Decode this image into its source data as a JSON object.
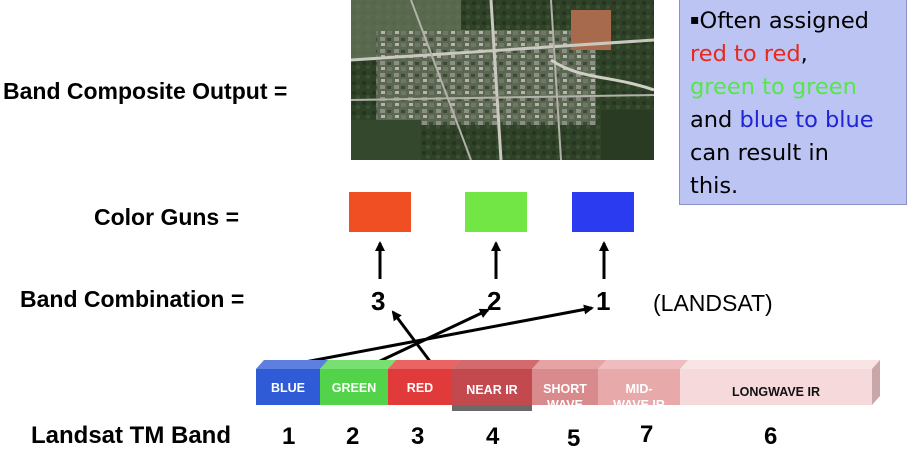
{
  "labels": {
    "band_composite_output": "Band Composite Output =",
    "color_guns": "Color Guns =",
    "band_combination": "Band Combination =",
    "landsat_tm_band": "Landsat TM Band"
  },
  "note": {
    "bullet": "▪",
    "line1": "Often assigned",
    "red_phrase": "red to red",
    "comma": ",",
    "green_phrase": "green to green",
    "and": "and ",
    "blue_phrase": "blue to blue",
    "line4": "can result in",
    "line5": "this."
  },
  "color_guns": [
    {
      "name": "red",
      "color": "#f04e23"
    },
    {
      "name": "green",
      "color": "#72e645"
    },
    {
      "name": "blue",
      "color": "#2b3cf0"
    }
  ],
  "combination": {
    "values": [
      "3",
      "2",
      "1"
    ],
    "suffix": "(LANDSAT)"
  },
  "spectrum": [
    {
      "label": "BLUE",
      "color": "#2f5cd6"
    },
    {
      "label": "GREEN",
      "color": "#52d34a"
    },
    {
      "label": "RED",
      "color": "#e13a3a"
    },
    {
      "label": "NEAR IR",
      "color": "#c24a4e"
    },
    {
      "label": "SHORT WAVE IR",
      "color": "#d98a8c"
    },
    {
      "label": "MID-WAVE IR",
      "color": "#e8a9ab"
    },
    {
      "label": "LONGWAVE IR",
      "color": "#f6d9da"
    }
  ],
  "tm_bands": [
    "1",
    "2",
    "3",
    "4",
    "5",
    "7",
    "6"
  ],
  "note_colors": {
    "red": "#e8281c",
    "green": "#55e64a",
    "blue": "#1f24d6"
  }
}
